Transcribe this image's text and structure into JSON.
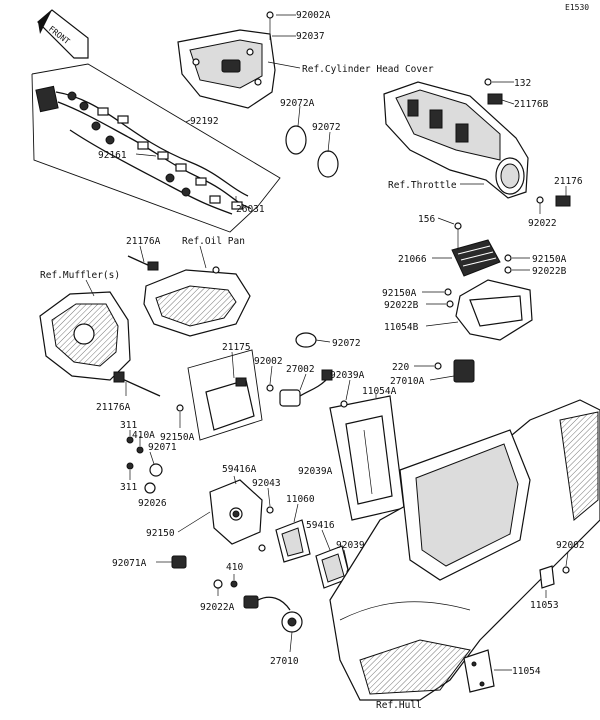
{
  "page_code": "E1530",
  "front_badge": "FRONT",
  "labels": {
    "p92002A": "92002A",
    "p92037": "92037",
    "ref_cyl_head": "Ref.Cylinder Head Cover",
    "p132": "132",
    "p21176B": "21176B",
    "p92072A": "92072A",
    "p92072_top": "92072",
    "p92192": "92192",
    "p92161": "92161",
    "p26031": "26031",
    "ref_throttle": "Ref.Throttle",
    "p21176": "21176",
    "p92022": "92022",
    "p21176A_top": "21176A",
    "ref_oil_pan": "Ref.Oil Pan",
    "ref_muffler": "Ref.Muffler(s)",
    "p156": "156",
    "p21066": "21066",
    "p92150A_r": "92150A",
    "p92022B_r": "92022B",
    "p92150A_l": "92150A",
    "p92022B_l": "92022B",
    "p11054B": "11054B",
    "p220": "220",
    "p27010A": "27010A",
    "p21176A_bot": "21176A",
    "p21175": "21175",
    "p92072_mid": "92072",
    "p92002_mid": "92002",
    "p27002": "27002",
    "p92039A_top": "92039A",
    "p11054A": "11054A",
    "p311_top": "311",
    "p410A": "410A",
    "p92150A_mid": "92150A",
    "p92071": "92071",
    "p311_bot": "311",
    "p92026": "92026",
    "p59416A": "59416A",
    "p92039A_mid": "92039A",
    "p92043": "92043",
    "p11060": "11060",
    "p59416": "59416",
    "p92150": "92150",
    "p92071A": "92071A",
    "p92039": "92039",
    "p92002_right": "92002",
    "p410": "410",
    "p92022A": "92022A",
    "p11053": "11053",
    "p11054": "11054",
    "p27010": "27010",
    "ref_hull": "Ref.Hull"
  }
}
